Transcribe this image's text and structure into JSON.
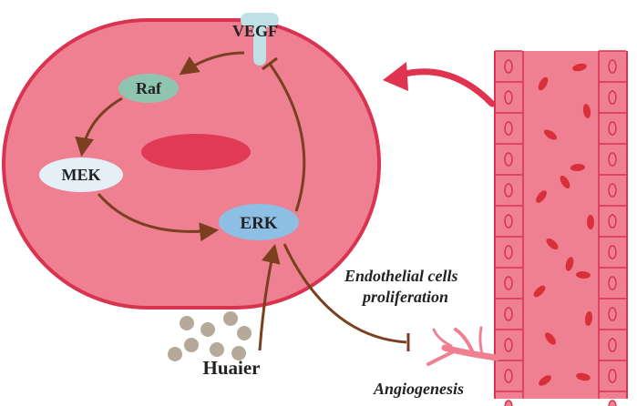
{
  "labels": {
    "vegf": "VEGF",
    "raf": "Raf",
    "mek": "MEK",
    "erk": "ERK",
    "huaier": "Huaier",
    "endothelial_line1": "Endothelial cells",
    "endothelial_line2": "proliferation",
    "angiogenesis": "Angiogenesis"
  },
  "colors": {
    "cell_fill": "#ee8092",
    "cell_stroke": "#d9334f",
    "nucleus": "#e03a57",
    "raf_fill": "#8fc5b0",
    "mek_fill": "#e4eff8",
    "erk_fill": "#8cbfe3",
    "vegf_receptor": "#bfe0e4",
    "pathway_arrow": "#7a3f1f",
    "huaier_dots": "#b7a99a",
    "vessel_fill": "#ee8092",
    "vessel_stroke": "#d9334f",
    "red_cells": "#d92f3a",
    "big_arrow": "#e0334f"
  }
}
